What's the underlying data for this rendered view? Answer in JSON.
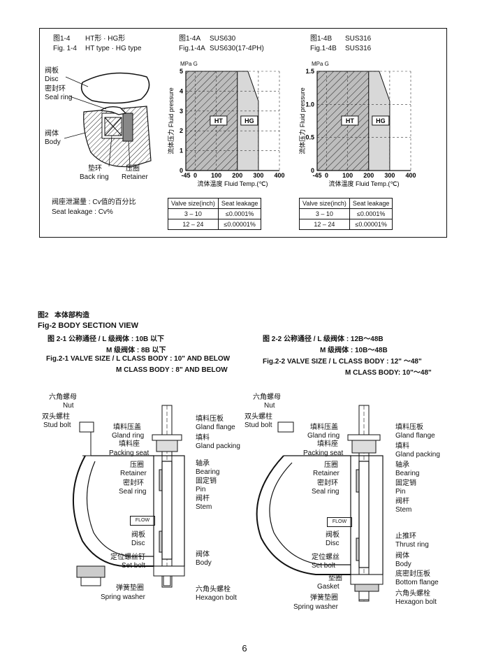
{
  "fig1": {
    "label_cn": "图1-4",
    "title_cn": "HT形 · HG形",
    "label_en": "Fig. 1-4",
    "title_en": "HT type · HG type",
    "parts": [
      {
        "cn": "阀板",
        "en": "Disc"
      },
      {
        "cn": "密封环",
        "en": "Seal ring"
      },
      {
        "cn": "阀体",
        "en": "Body"
      },
      {
        "cn": "垫环",
        "en": "Back ring"
      },
      {
        "cn": "压圈",
        "en": "Retainer"
      }
    ],
    "leakage_cn": "阀座泄漏量 : Cv值的百分比",
    "leakage_en": "Seat leakage : Cv%"
  },
  "chart_data": [
    {
      "type": "area",
      "title_cn": "图1-4A",
      "title_en": "Fig.1-4A",
      "material_cn": "SUS630",
      "material_en": "SUS630(17-4PH)",
      "unit": "MPa G",
      "ylabel_cn": "流体压力",
      "ylabel_en": "Fluid pressure",
      "xlabel_cn": "流体温度",
      "xlabel_en": "Fluid Temp.(℃)",
      "x_ticks": [
        "-45",
        "0",
        "100",
        "200",
        "300",
        "400"
      ],
      "y_ticks": [
        "0",
        "1",
        "2",
        "3",
        "4",
        "5"
      ],
      "xlim": [
        -45,
        400
      ],
      "ylim": [
        0,
        5
      ],
      "regions": [
        {
          "name": "HT",
          "x": [
            -45,
            200
          ],
          "ymax": 5
        },
        {
          "name": "HG",
          "x": [
            200,
            300
          ],
          "boundary": [
            [
              200,
              5
            ],
            [
              250,
              5
            ],
            [
              300,
              3.5
            ],
            [
              300,
              0
            ]
          ]
        }
      ],
      "table": {
        "headers": [
          "Valve size(inch)",
          "Seat leakage"
        ],
        "rows": [
          [
            "3 – 10",
            "≤0.0001%"
          ],
          [
            "12 – 24",
            "≤0.00001%"
          ]
        ]
      }
    },
    {
      "type": "area",
      "title_cn": "图1-4B",
      "title_en": "Fig.1-4B",
      "material_cn": "SUS316",
      "material_en": "SUS316",
      "unit": "MPa G",
      "ylabel_cn": "流体压力",
      "ylabel_en": "Fluid pressure",
      "xlabel_cn": "流体温度",
      "xlabel_en": "Fluid Temp.(℃)",
      "x_ticks": [
        "-45",
        "0",
        "100",
        "200",
        "300",
        "400"
      ],
      "y_ticks": [
        "0",
        "0.5",
        "1.0",
        "1.5"
      ],
      "xlim": [
        -45,
        400
      ],
      "ylim": [
        0,
        1.5
      ],
      "regions": [
        {
          "name": "HT",
          "x": [
            -45,
            200
          ],
          "ymax": 1.5
        },
        {
          "name": "HG",
          "x": [
            200,
            300
          ],
          "boundary": [
            [
              200,
              1.5
            ],
            [
              250,
              1.5
            ],
            [
              300,
              1.05
            ],
            [
              300,
              0
            ]
          ]
        }
      ],
      "table": {
        "headers": [
          "Valve size(inch)",
          "Seat leakage"
        ],
        "rows": [
          [
            "3 – 10",
            "≤0.0001%"
          ],
          [
            "12 – 24",
            "≤0.00001%"
          ]
        ]
      }
    }
  ],
  "fig2": {
    "label_cn": "图2",
    "title_cn": "本体部构造",
    "title_en": "Fig-2  BODY SECTION VIEW",
    "sub1_cn_a": "图 2-1 公称通径 / L 级阀体 : 10B 以下",
    "sub1_cn_b": "M 级阀体 :  8B 以下",
    "sub1_en_a": "Fig.2-1 VALVE SIZE / L CLASS BODY : 10\" AND BELOW",
    "sub1_en_b": "M CLASS BODY :  8\" AND BELOW",
    "sub2_cn_a": "图 2-2 公称通径 / L 级阀体 : 12B～48B",
    "sub2_cn_b": "M 级阀体 : 10B～48B",
    "sub2_en_a": "Fig.2-2 VALVE SIZE / L CLASS BODY : 12\" ～48\"",
    "sub2_en_b": "M CLASS BODY: 10\"～48\"",
    "flow": "FLOW",
    "left_labels": [
      {
        "cn": "六角螺母",
        "en": "Nut"
      },
      {
        "cn": "双头螺柱",
        "en": "Stud bolt"
      },
      {
        "cn": "填料压盖",
        "en": "Gland ring"
      },
      {
        "cn": "填料座",
        "en": "Packing seat"
      },
      {
        "cn": "压圈",
        "en": "Retainer"
      },
      {
        "cn": "密封环",
        "en": "Seal ring"
      },
      {
        "cn": "阀板",
        "en": "Disc"
      },
      {
        "cn": "定位螺丝钉",
        "en": "Set bolt"
      },
      {
        "cn": "弹簧垫圈",
        "en": "Spring washer"
      }
    ],
    "mid_labels": [
      {
        "cn": "填料压板",
        "en": "Gland flange"
      },
      {
        "cn": "填料",
        "en": "Gland packing"
      },
      {
        "cn": "轴承",
        "en": "Bearing"
      },
      {
        "cn": "固定销",
        "en": "Pin"
      },
      {
        "cn": "阀杆",
        "en": "Stem"
      },
      {
        "cn": "阀体",
        "en": "Body"
      },
      {
        "cn": "六角头螺栓",
        "en": "Hexagon bolt"
      }
    ],
    "right_left_labels": [
      {
        "cn": "六角螺母",
        "en": "Nut"
      },
      {
        "cn": "双头螺柱",
        "en": "Stud bolt"
      },
      {
        "cn": "填料压盖",
        "en": "Gland ring"
      },
      {
        "cn": "填料座",
        "en": "Packing seat"
      },
      {
        "cn": "压圈",
        "en": "Retainer"
      },
      {
        "cn": "密封环",
        "en": "Seal ring"
      },
      {
        "cn": "阀板",
        "en": "Disc"
      },
      {
        "cn": "定位螺丝",
        "en": "Set bolt"
      },
      {
        "cn": "垫圈",
        "en": "Gasket"
      },
      {
        "cn": "弹簧垫圈",
        "en": "Spring washer"
      }
    ],
    "right_labels": [
      {
        "cn": "填料压板",
        "en": "Gland flange"
      },
      {
        "cn": "填料",
        "en": "Gland packing"
      },
      {
        "cn": "轴承",
        "en": "Bearing"
      },
      {
        "cn": "固定销",
        "en": "Pin"
      },
      {
        "cn": "阀杆",
        "en": "Stem"
      },
      {
        "cn": "止推环",
        "en": "Thrust ring"
      },
      {
        "cn": "阀体",
        "en": "Body"
      },
      {
        "cn": "底密封压板",
        "en": "Bottom flange"
      },
      {
        "cn": "六角头螺栓",
        "en": "Hexagon bolt"
      }
    ]
  },
  "page_number": "6"
}
